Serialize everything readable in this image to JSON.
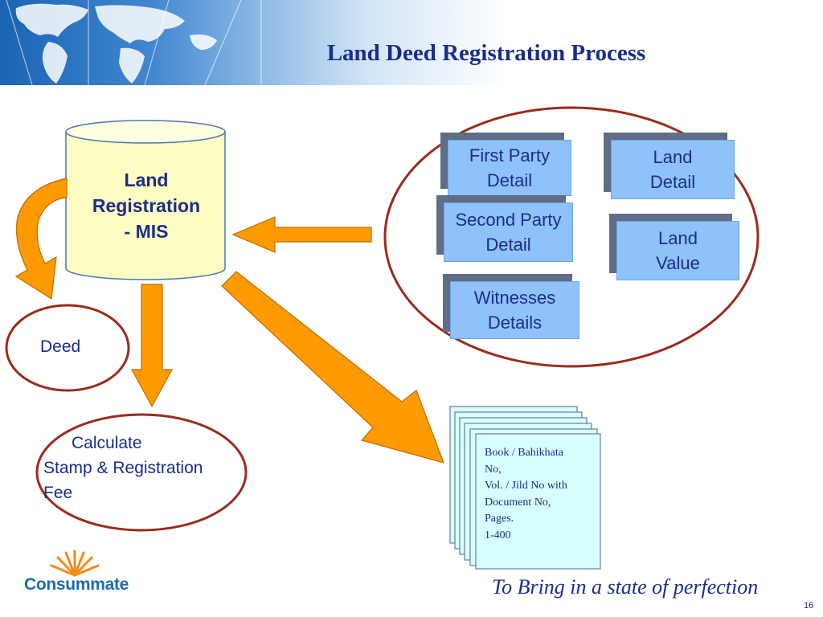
{
  "header": {
    "title": "Land Deed Registration Process"
  },
  "database": {
    "label_lines": [
      "Land",
      "Registration",
      "- MIS"
    ]
  },
  "detail_boxes": [
    {
      "lines": [
        "First Party",
        "Detail"
      ]
    },
    {
      "lines": [
        "Land",
        "Detail"
      ]
    },
    {
      "lines": [
        "Second Party",
        "Detail"
      ]
    },
    {
      "lines": [
        "Land",
        "Value"
      ]
    },
    {
      "lines": [
        "Witnesses",
        "Details"
      ]
    }
  ],
  "deed": {
    "label": "Deed"
  },
  "calculate": {
    "lines": [
      "      Calculate",
      "Stamp & Registration",
      "Fee"
    ]
  },
  "book": {
    "lines": [
      "Book / Bahikhata",
      "No,",
      "Vol. / Jild No with",
      "Document No,",
      "Pages.",
      "1-400"
    ]
  },
  "footer": {
    "logo_text": "Consummate",
    "tagline": "To Bring in a state of perfection",
    "page_number": "16"
  },
  "colors": {
    "title": "#1a2d8c",
    "arrow": "#ff9a00",
    "ellipse": "#9a2b1d",
    "box": "#8fc1fa",
    "database": "#fdfcc2",
    "document": "#d8ffff"
  }
}
